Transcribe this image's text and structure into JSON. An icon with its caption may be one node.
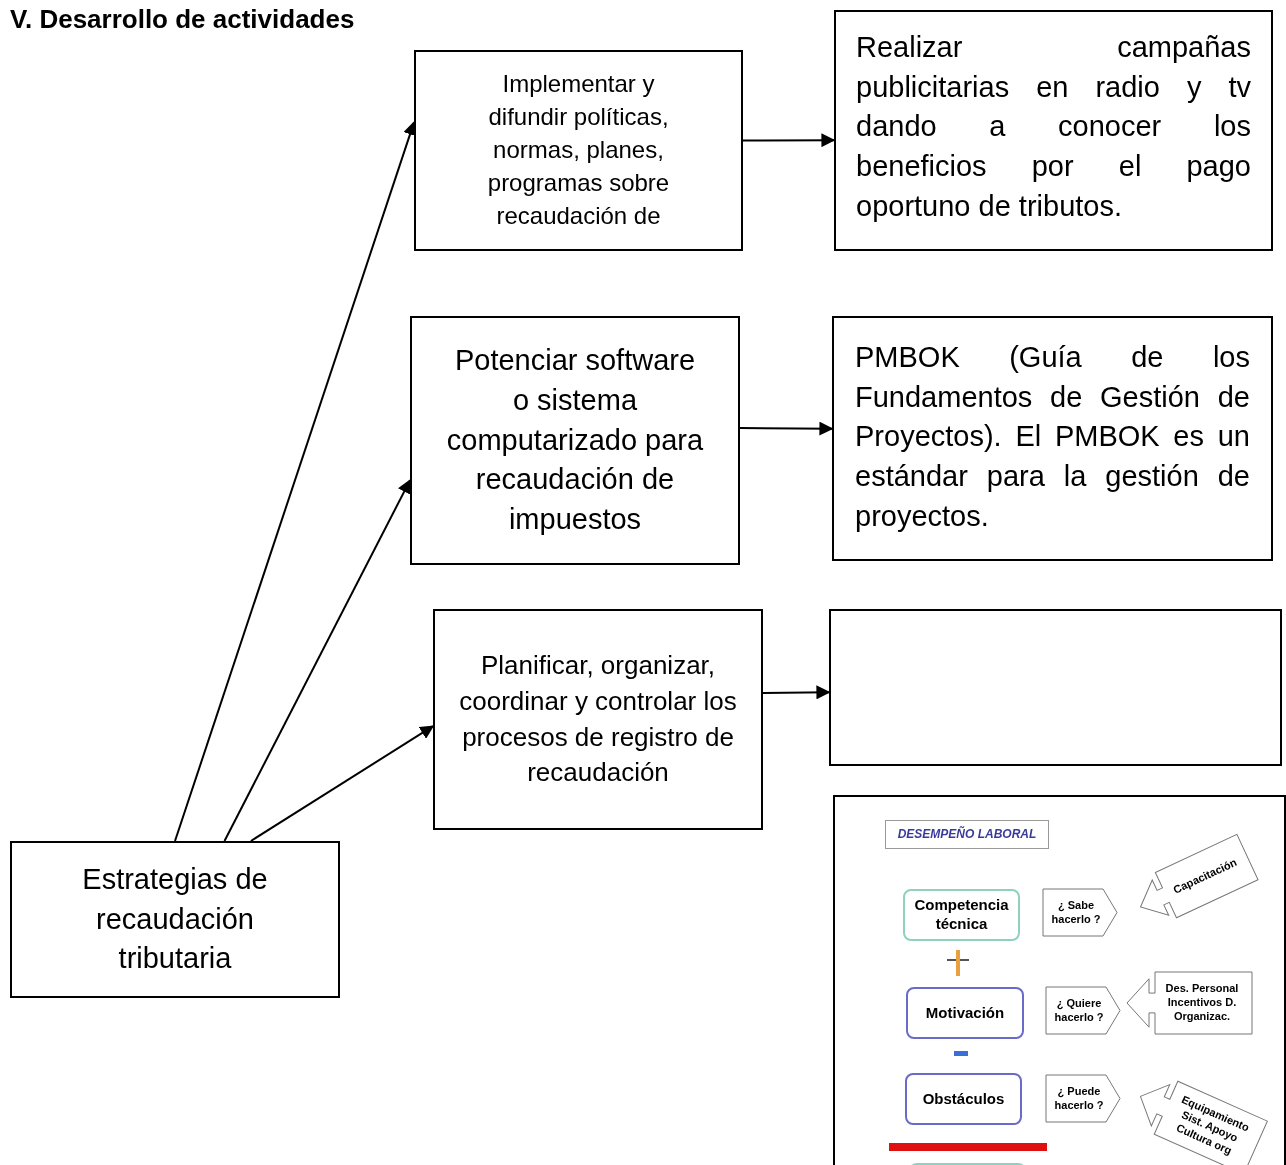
{
  "diagram": {
    "title": "V. Desarrollo de actividades",
    "nodes": [
      {
        "text": [
          "Implementar y difundir políticas, normas, planes, programas sobre recaudación de"
        ]
      },
      {
        "text": [
          "Realizar campañas publicitarias en radio y tv dando a conocer los beneficios por el pago oportuno de tributos."
        ]
      },
      {
        "text": [
          "Potenciar software o sistema computarizado para recaudación de impuestos"
        ]
      },
      {
        "text": [
          "PMBOK (Guía de los Fundamentos de Gestión de Proyectos). El PMBOK es un estándar para la gestión de proyectos."
        ]
      },
      {
        "text": [
          "Planificar, organizar, coordinar y controlar los procesos de registro de recaudación"
        ]
      },
      {
        "text": [],
        "shape": "box"
      },
      {
        "text": [
          "Estrategias de recaudación tributaria"
        ]
      },
      {
        "text": [],
        "shape": "picture"
      },
      {
        "text": [
          "DESEMPEÑO LABORAL"
        ],
        "in": 7
      },
      {
        "text": [
          "Competencia técnica"
        ],
        "in": 7
      },
      {
        "text": [
          "Motivación"
        ],
        "in": 7
      },
      {
        "text": [
          "Obstáculos"
        ],
        "in": 7
      },
      {
        "text": [
          "¿ Sabe hacerlo ?"
        ],
        "in": 7
      },
      {
        "text": [
          "¿ Quiere hacerlo ?"
        ],
        "in": 7
      },
      {
        "text": [
          "¿ Puede hacerlo ?"
        ],
        "in": 7
      },
      {
        "text": [
          "Capacitación"
        ],
        "in": 7
      },
      {
        "text": [
          "Des. Personal Incentivos D. Organizac."
        ],
        "in": 7
      },
      {
        "text": [
          "Equipamiento Sist. Apoyo Cultura org"
        ],
        "in": 7
      }
    ],
    "edges": [
      {
        "from": 6,
        "to": 0,
        "arrow": "to"
      },
      {
        "from": 6,
        "to": 2,
        "arrow": "to"
      },
      {
        "from": 6,
        "to": 4,
        "arrow": "to"
      },
      {
        "from": 0,
        "to": 1,
        "arrow": "to"
      },
      {
        "from": 2,
        "to": 3,
        "arrow": "to"
      },
      {
        "from": 4,
        "to": 5,
        "arrow": "to"
      }
    ]
  }
}
